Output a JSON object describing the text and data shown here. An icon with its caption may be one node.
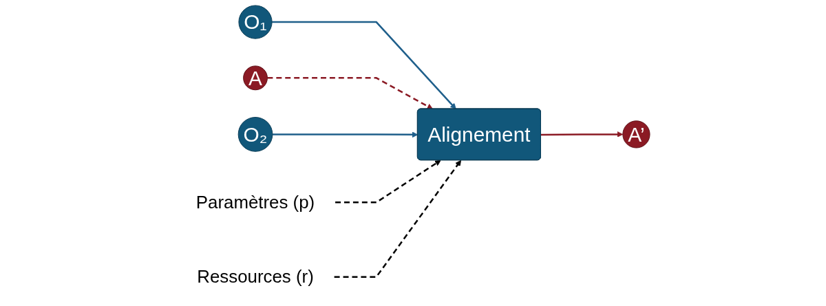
{
  "diagram": {
    "nodes": [
      {
        "text": [
          "O₁"
        ]
      },
      {
        "text": [
          "A"
        ]
      },
      {
        "text": [
          "O₂"
        ]
      },
      {
        "text": [
          "Paramètres (p)"
        ]
      },
      {
        "text": [
          "Alignement"
        ]
      },
      {
        "text": [
          "Ressources (r)"
        ]
      },
      {
        "text": [
          "A’"
        ]
      }
    ],
    "edges": [
      {
        "from": 0,
        "to": 4,
        "arrow": "to",
        "color": "#1f5f8b"
      },
      {
        "from": 1,
        "to": 4,
        "arrow": "to",
        "style": "dashed",
        "color": "#8b1a24"
      },
      {
        "from": 2,
        "to": 4,
        "arrow": "to",
        "color": "#1f5f8b"
      },
      {
        "from": 3,
        "to": 4,
        "arrow": "to",
        "style": "dashed",
        "color": "#000000"
      },
      {
        "from": 5,
        "to": 4,
        "arrow": "to",
        "style": "dashed",
        "color": "#000000"
      },
      {
        "from": 4,
        "to": 6,
        "arrow": "to",
        "color": "#8b1a24"
      }
    ]
  }
}
